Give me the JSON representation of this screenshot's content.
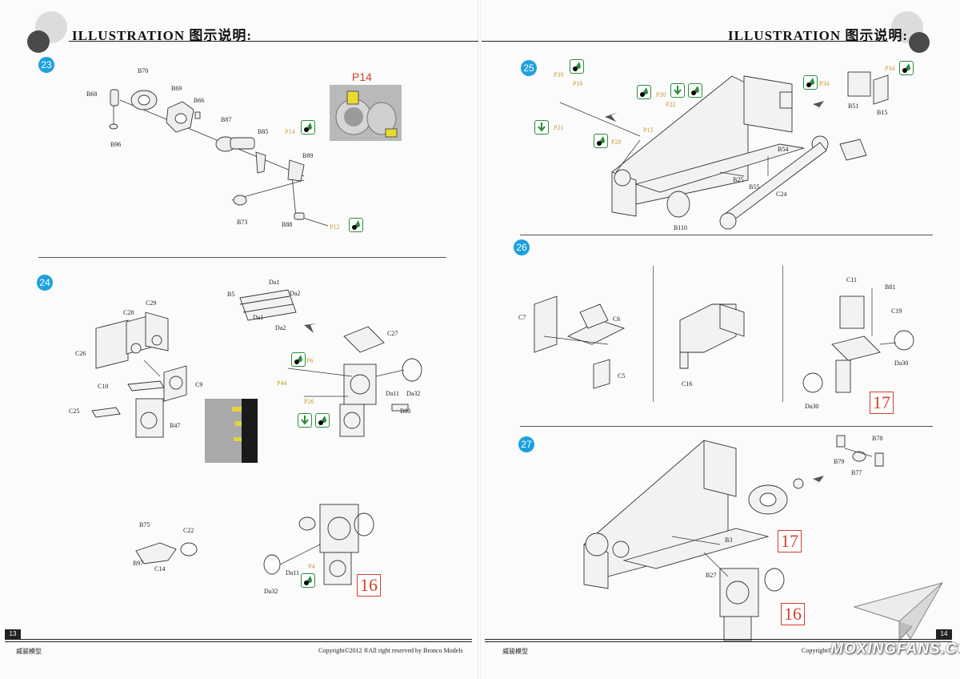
{
  "header": {
    "title_left": "ILLUSTRATION 图示说明:",
    "title_right": "ILLUSTRATION 图示说明:"
  },
  "steps": {
    "s23": {
      "number": "23",
      "labels": [
        "B70",
        "B68",
        "B69",
        "B66",
        "B96",
        "B87",
        "B85",
        "P14",
        "B89",
        "B73",
        "B88",
        "P12"
      ],
      "photo_label": "P14"
    },
    "s24": {
      "number": "24",
      "labels": [
        "B5",
        "Da1",
        "Da2",
        "Da1",
        "Da2",
        "C28",
        "C29",
        "C26",
        "C9",
        "C10",
        "C25",
        "B47",
        "C27",
        "P6",
        "P44",
        "P26",
        "Da11",
        "Da32",
        "B80",
        "B75",
        "C22",
        "B97",
        "C14",
        "Da11",
        "P4",
        "Da32"
      ],
      "ref": "16"
    },
    "s25": {
      "number": "25",
      "labels": [
        "P39",
        "P16",
        "P21",
        "P30",
        "P22",
        "P28",
        "P15",
        "P34",
        "P34",
        "B51",
        "B15",
        "B54",
        "B25",
        "B55",
        "C24",
        "B110"
      ]
    },
    "s26": {
      "number": "26",
      "labels": [
        "C7",
        "C6",
        "C5",
        "C16",
        "C11",
        "B81",
        "C19",
        "Da30",
        "Da30"
      ],
      "ref": "17"
    },
    "s27": {
      "number": "27",
      "labels": [
        "B78",
        "B79",
        "B77",
        "B3",
        "B27"
      ],
      "refs": [
        "17",
        "16"
      ]
    }
  },
  "footer": {
    "page_left": "13",
    "page_right": "14",
    "brand_left": "威骏模型",
    "brand_right": "威骏模型",
    "copyright_left": "Copyright©2012  ®All right reserved by Bronco Models",
    "copyright_right": "Copyright©",
    "watermark": "MOXINGFANS.COM"
  },
  "colors": {
    "badge": "#1da1de",
    "ref_red": "#d1402c",
    "paint_green": "#2a8c3a",
    "part_yellow": "#c89a2a"
  }
}
